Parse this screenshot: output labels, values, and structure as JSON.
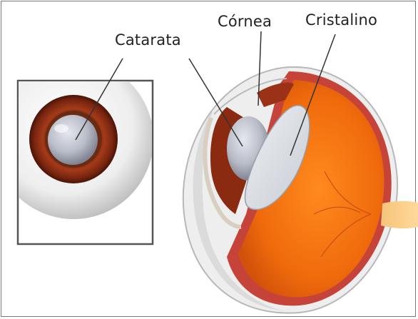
{
  "labels": {
    "catarata": "Catarata",
    "cornea": "Córnea",
    "cristalino": "Cristalino"
  },
  "colors": {
    "iris_brown": "#8a2a10",
    "retina_orange": "#f07010",
    "sclera": "#f2f2f2",
    "cloudy_lens": "#c9cdd6"
  },
  "icons": [
    "front-eye-with-cataract",
    "eye-cross-section"
  ]
}
